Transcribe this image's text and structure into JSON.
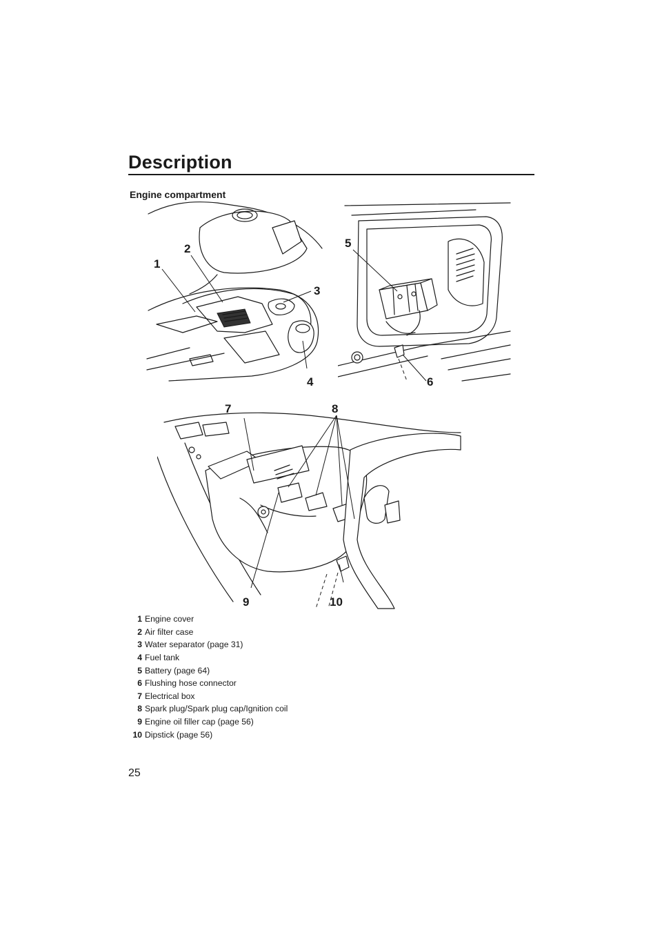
{
  "header": {
    "title": "Description"
  },
  "section": {
    "heading": "Engine compartment"
  },
  "figures": {
    "top_left": {
      "callouts": [
        "1",
        "2",
        "3",
        "4"
      ]
    },
    "top_right": {
      "callouts": [
        "5",
        "6"
      ]
    },
    "bottom": {
      "callouts": [
        "7",
        "8",
        "9",
        "10"
      ]
    }
  },
  "legend": [
    {
      "num": "1",
      "text": "Engine cover"
    },
    {
      "num": "2",
      "text": "Air filter case"
    },
    {
      "num": "3",
      "text": "Water separator (page 31)"
    },
    {
      "num": "4",
      "text": "Fuel tank"
    },
    {
      "num": "5",
      "text": "Battery (page 64)"
    },
    {
      "num": "6",
      "text": "Flushing hose connector"
    },
    {
      "num": "7",
      "text": "Electrical box"
    },
    {
      "num": "8",
      "text": "Spark plug/Spark plug cap/Ignition coil"
    },
    {
      "num": "9",
      "text": "Engine oil filler cap (page 56)"
    },
    {
      "num": "10",
      "text": "Dipstick (page 56)"
    }
  ],
  "footer": {
    "page_number": "25"
  }
}
